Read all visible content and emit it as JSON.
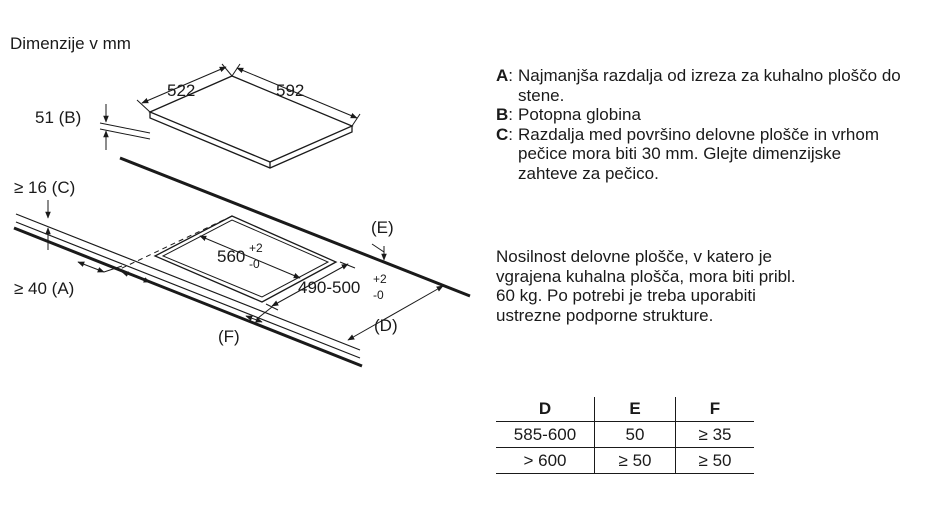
{
  "title": "Dimenzije v mm",
  "diagram": {
    "dim_depth": "522",
    "dim_width": "592",
    "dim_b": "51 (B)",
    "dim_c": "≥ 16 (C)",
    "dim_a": "≥ 40 (A)",
    "cutout_w": "560",
    "cutout_w_sup": "+2",
    "cutout_w_sub": "-0",
    "cutout_d": "490-500",
    "cutout_d_sup": "+2",
    "cutout_d_sub": "-0",
    "label_e": "(E)",
    "label_d": "(D)",
    "label_f": "(F)"
  },
  "legend": [
    {
      "letter": "A",
      "text": "Najmanjša razdalja od izreza za kuhalno ploščo do stene."
    },
    {
      "letter": "B",
      "text": "Potopna globina"
    },
    {
      "letter": "C",
      "text": "Razdalja med površino delovne plošče in vrhom pečice mora biti 30 mm. Glejte dimenzijske zahteve za pečico."
    }
  ],
  "note": "Nosilnost delovne plošče, v katero je\nvgrajena kuhalna plošča, mora biti pribl.\n60 kg. Po potrebi je treba uporabiti\nustrezne podporne strukture.",
  "table": {
    "headers": [
      "D",
      "E",
      "F"
    ],
    "rows": [
      [
        "585-600",
        "50",
        "≥ 35"
      ],
      [
        "> 600",
        "≥ 50",
        "≥ 50"
      ]
    ]
  }
}
